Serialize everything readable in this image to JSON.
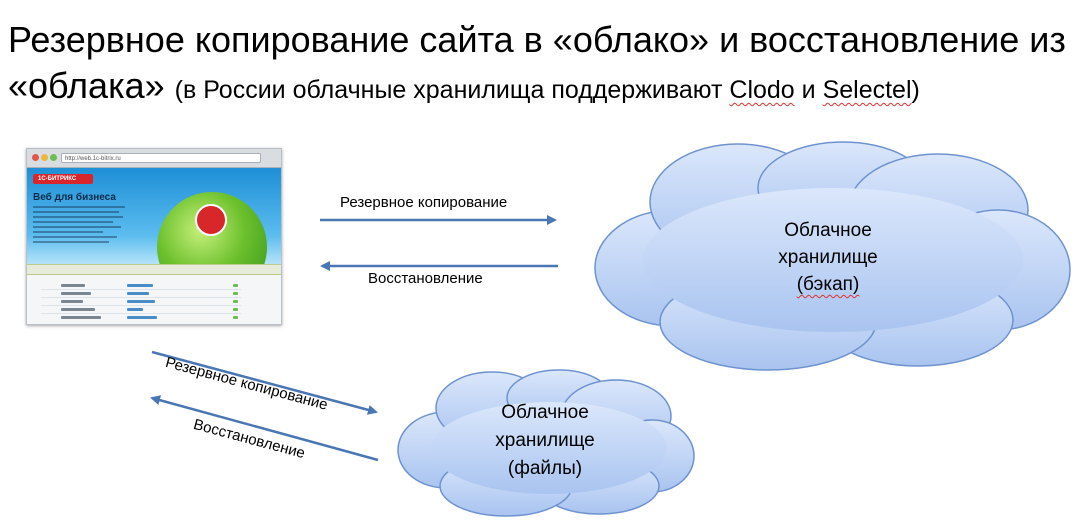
{
  "title": {
    "line1": "Резервное копирование сайта в «облако» и восстановление из",
    "line2_main": "«облака»",
    "note_prefix": "(в России облачные хранилища поддерживают ",
    "note_brand1": "Clodo",
    "note_and": " и ",
    "note_brand2": "Selectel",
    "note_suffix": ")"
  },
  "browser": {
    "url": "http://web.1c-bitrix.ru",
    "logo_text": "1С-БИТРИКС",
    "hero_title": "Веб для бизнеса"
  },
  "clouds": {
    "backup": {
      "line1": "Облачное",
      "line2": "хранилище",
      "line3": "(бэкап)"
    },
    "files": {
      "line1": "Облачное",
      "line2": "хранилище",
      "line3": "(файлы)"
    }
  },
  "arrows": {
    "top_forward": "Резервное копирование",
    "top_back": "Восстановление",
    "bottom_forward": "Резервное копирование",
    "bottom_back": "Восстановление"
  },
  "colors": {
    "arrow": "#4a76b3",
    "cloud_fill_top": "#dbe7fb",
    "cloud_fill_bottom": "#a9c4f0",
    "cloud_stroke": "#6f93cf"
  }
}
